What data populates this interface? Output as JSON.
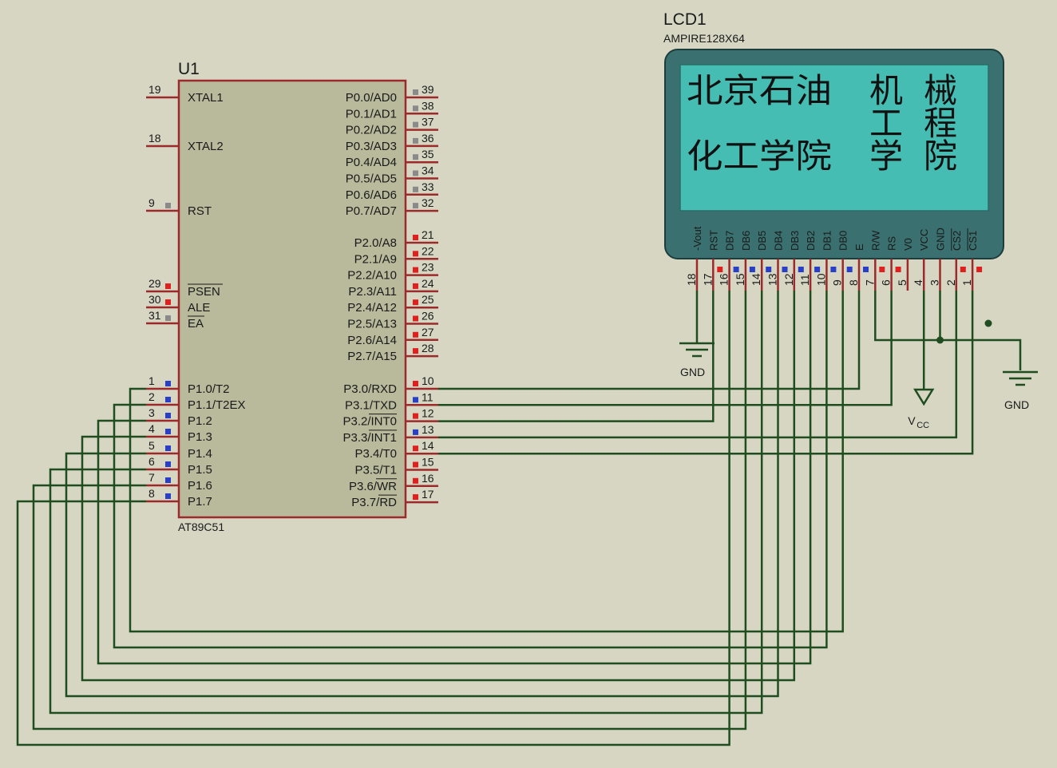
{
  "colors": {
    "background": "#d6d6c3",
    "wire": "#1f4d1f",
    "chip_body": "#b9b99c",
    "chip_border": "#9c2a2a",
    "lcd_bezel": "#3b7070",
    "lcd_screen": "#46bdb3",
    "pin_red": "#e01f1f",
    "pin_blue": "#2a3fc7",
    "pin_gray": "#8a8a8a"
  },
  "mcu": {
    "ref": "U1",
    "part": "AT89C51",
    "left_pins": [
      {
        "num": "19",
        "label": "XTAL1",
        "marker": "none"
      },
      {
        "num": "18",
        "label": "XTAL2",
        "marker": "none"
      },
      {
        "num": "9",
        "label": "RST",
        "marker": "gray"
      },
      {
        "num": "29",
        "label": "PSEN",
        "marker": "red"
      },
      {
        "num": "30",
        "label": "ALE",
        "marker": "red"
      },
      {
        "num": "31",
        "label": "EA",
        "marker": "gray"
      },
      {
        "num": "1",
        "label": "P1.0/T2",
        "marker": "blue"
      },
      {
        "num": "2",
        "label": "P1.1/T2EX",
        "marker": "blue"
      },
      {
        "num": "3",
        "label": "P1.2",
        "marker": "blue"
      },
      {
        "num": "4",
        "label": "P1.3",
        "marker": "blue"
      },
      {
        "num": "5",
        "label": "P1.4",
        "marker": "blue"
      },
      {
        "num": "6",
        "label": "P1.5",
        "marker": "blue"
      },
      {
        "num": "7",
        "label": "P1.6",
        "marker": "blue"
      },
      {
        "num": "8",
        "label": "P1.7",
        "marker": "blue"
      }
    ],
    "right_pins": [
      {
        "num": "39",
        "label": "P0.0/AD0",
        "marker": "gray"
      },
      {
        "num": "38",
        "label": "P0.1/AD1",
        "marker": "gray"
      },
      {
        "num": "37",
        "label": "P0.2/AD2",
        "marker": "gray"
      },
      {
        "num": "36",
        "label": "P0.3/AD3",
        "marker": "gray"
      },
      {
        "num": "35",
        "label": "P0.4/AD4",
        "marker": "gray"
      },
      {
        "num": "34",
        "label": "P0.5/AD5",
        "marker": "gray"
      },
      {
        "num": "33",
        "label": "P0.6/AD6",
        "marker": "gray"
      },
      {
        "num": "32",
        "label": "P0.7/AD7",
        "marker": "gray"
      },
      {
        "num": "21",
        "label": "P2.0/A8",
        "marker": "red"
      },
      {
        "num": "22",
        "label": "P2.1/A9",
        "marker": "red"
      },
      {
        "num": "23",
        "label": "P2.2/A10",
        "marker": "red"
      },
      {
        "num": "24",
        "label": "P2.3/A11",
        "marker": "red"
      },
      {
        "num": "25",
        "label": "P2.4/A12",
        "marker": "red"
      },
      {
        "num": "26",
        "label": "P2.5/A13",
        "marker": "red"
      },
      {
        "num": "27",
        "label": "P2.6/A14",
        "marker": "red"
      },
      {
        "num": "28",
        "label": "P2.7/A15",
        "marker": "red"
      },
      {
        "num": "10",
        "label": "P3.0/RXD",
        "marker": "red"
      },
      {
        "num": "11",
        "label": "P3.1/TXD",
        "marker": "blue"
      },
      {
        "num": "12",
        "label": "P3.2/INT0",
        "marker": "red"
      },
      {
        "num": "13",
        "label": "P3.3/INT1",
        "marker": "blue"
      },
      {
        "num": "14",
        "label": "P3.4/T0",
        "marker": "red"
      },
      {
        "num": "15",
        "label": "P3.5/T1",
        "marker": "red"
      },
      {
        "num": "16",
        "label": "P3.6/WR",
        "marker": "red"
      },
      {
        "num": "17",
        "label": "P3.7/RD",
        "marker": "red"
      }
    ]
  },
  "lcd": {
    "ref": "LCD1",
    "part": "AMPIRE128X64",
    "screen_text": [
      "北京石油",
      "化工学院",
      "机",
      "工",
      "学",
      "械",
      "程",
      "院"
    ],
    "pins": [
      {
        "num": "18",
        "label": "-Vout",
        "marker": "none"
      },
      {
        "num": "17",
        "label": "RST",
        "marker": "red"
      },
      {
        "num": "16",
        "label": "DB7",
        "marker": "blue"
      },
      {
        "num": "15",
        "label": "DB6",
        "marker": "blue"
      },
      {
        "num": "14",
        "label": "DB5",
        "marker": "blue"
      },
      {
        "num": "13",
        "label": "DB4",
        "marker": "blue"
      },
      {
        "num": "12",
        "label": "DB3",
        "marker": "blue"
      },
      {
        "num": "11",
        "label": "DB2",
        "marker": "blue"
      },
      {
        "num": "10",
        "label": "DB1",
        "marker": "blue"
      },
      {
        "num": "9",
        "label": "DB0",
        "marker": "blue"
      },
      {
        "num": "8",
        "label": "E",
        "marker": "blue"
      },
      {
        "num": "7",
        "label": "R/W",
        "marker": "red"
      },
      {
        "num": "6",
        "label": "RS",
        "marker": "red"
      },
      {
        "num": "5",
        "label": "V0",
        "marker": "none"
      },
      {
        "num": "4",
        "label": "VCC",
        "marker": "none"
      },
      {
        "num": "3",
        "label": "GND",
        "marker": "none"
      },
      {
        "num": "2",
        "label": "CS2",
        "marker": "red"
      },
      {
        "num": "1",
        "label": "CS1",
        "marker": "red"
      }
    ]
  },
  "power": {
    "gnd_label_1": "GND",
    "gnd_label_2": "GND",
    "vcc_label": "V",
    "vcc_sub": "CC"
  }
}
